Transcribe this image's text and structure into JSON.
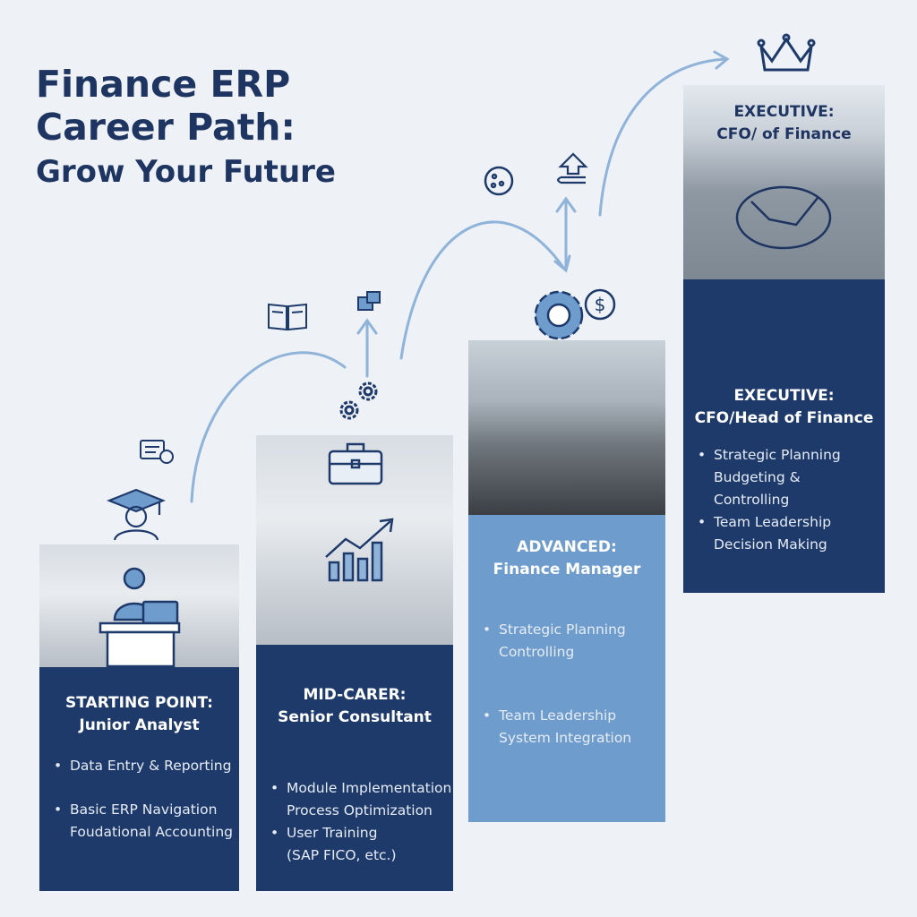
{
  "title": {
    "line1": "Finance ERP",
    "line2": "Career Path:",
    "line3": "Grow Your Future"
  },
  "colors": {
    "navy": "#1e3a6b",
    "light_blue": "#6e9ccd",
    "background": "#eef1f5",
    "arrow": "#8fb3d9"
  },
  "stages": [
    {
      "heading1": "STARTING POINT:",
      "heading2": "Junior Analyst",
      "bullets": [
        "Data Entry & Reporting",
        "Basic ERP Navigation",
        "Foudational Accounting"
      ],
      "icon": "graduate-icon"
    },
    {
      "heading1": "MID-CARER:",
      "heading2": "Senior Consultant",
      "bullets": [
        "Module Implementation",
        "Process Optimization",
        "User Training",
        "(SAP FICO, etc.)"
      ],
      "icon": "briefcase-icon"
    },
    {
      "heading1": "ADVANCED:",
      "heading2": "Finance Manager",
      "bullets": [
        "Strategic Planning",
        "Controlling",
        "Team Leadership",
        "System Integration"
      ],
      "icon": "gear-dollar-icon"
    },
    {
      "photo_heading1": "EXECUTIVE:",
      "photo_heading2": "CFO/ of Finance",
      "heading1": "EXECUTIVE:",
      "heading2": "CFO/Head of Finance",
      "bullets": [
        "Strategic Planning",
        "Budgeting &",
        "Controlling",
        "Team Leadership",
        "Decision Making"
      ],
      "icon": "crown-icon"
    }
  ]
}
